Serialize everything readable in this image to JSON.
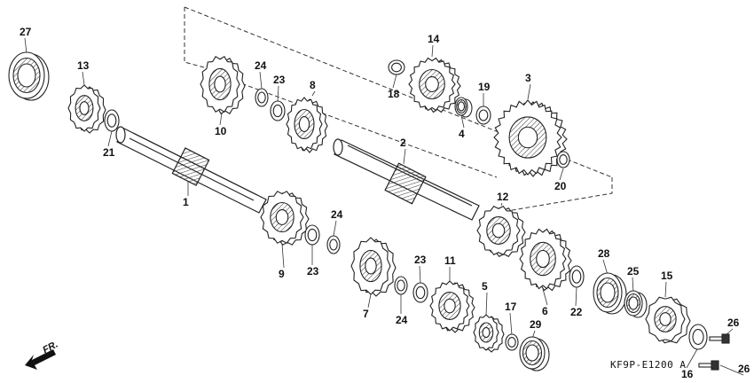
{
  "diagram": {
    "code": "KF9P-E1200",
    "code_suffix": "A",
    "direction": "FR.",
    "callouts": [
      "27",
      "13",
      "21",
      "10",
      "24",
      "23",
      "8",
      "18",
      "14",
      "4",
      "19",
      "3",
      "20",
      "2",
      "1",
      "9",
      "23",
      "24",
      "12",
      "6",
      "7",
      "24",
      "23",
      "11",
      "5",
      "17",
      "29",
      "22",
      "28",
      "25",
      "15",
      "26",
      "16",
      "26"
    ]
  }
}
